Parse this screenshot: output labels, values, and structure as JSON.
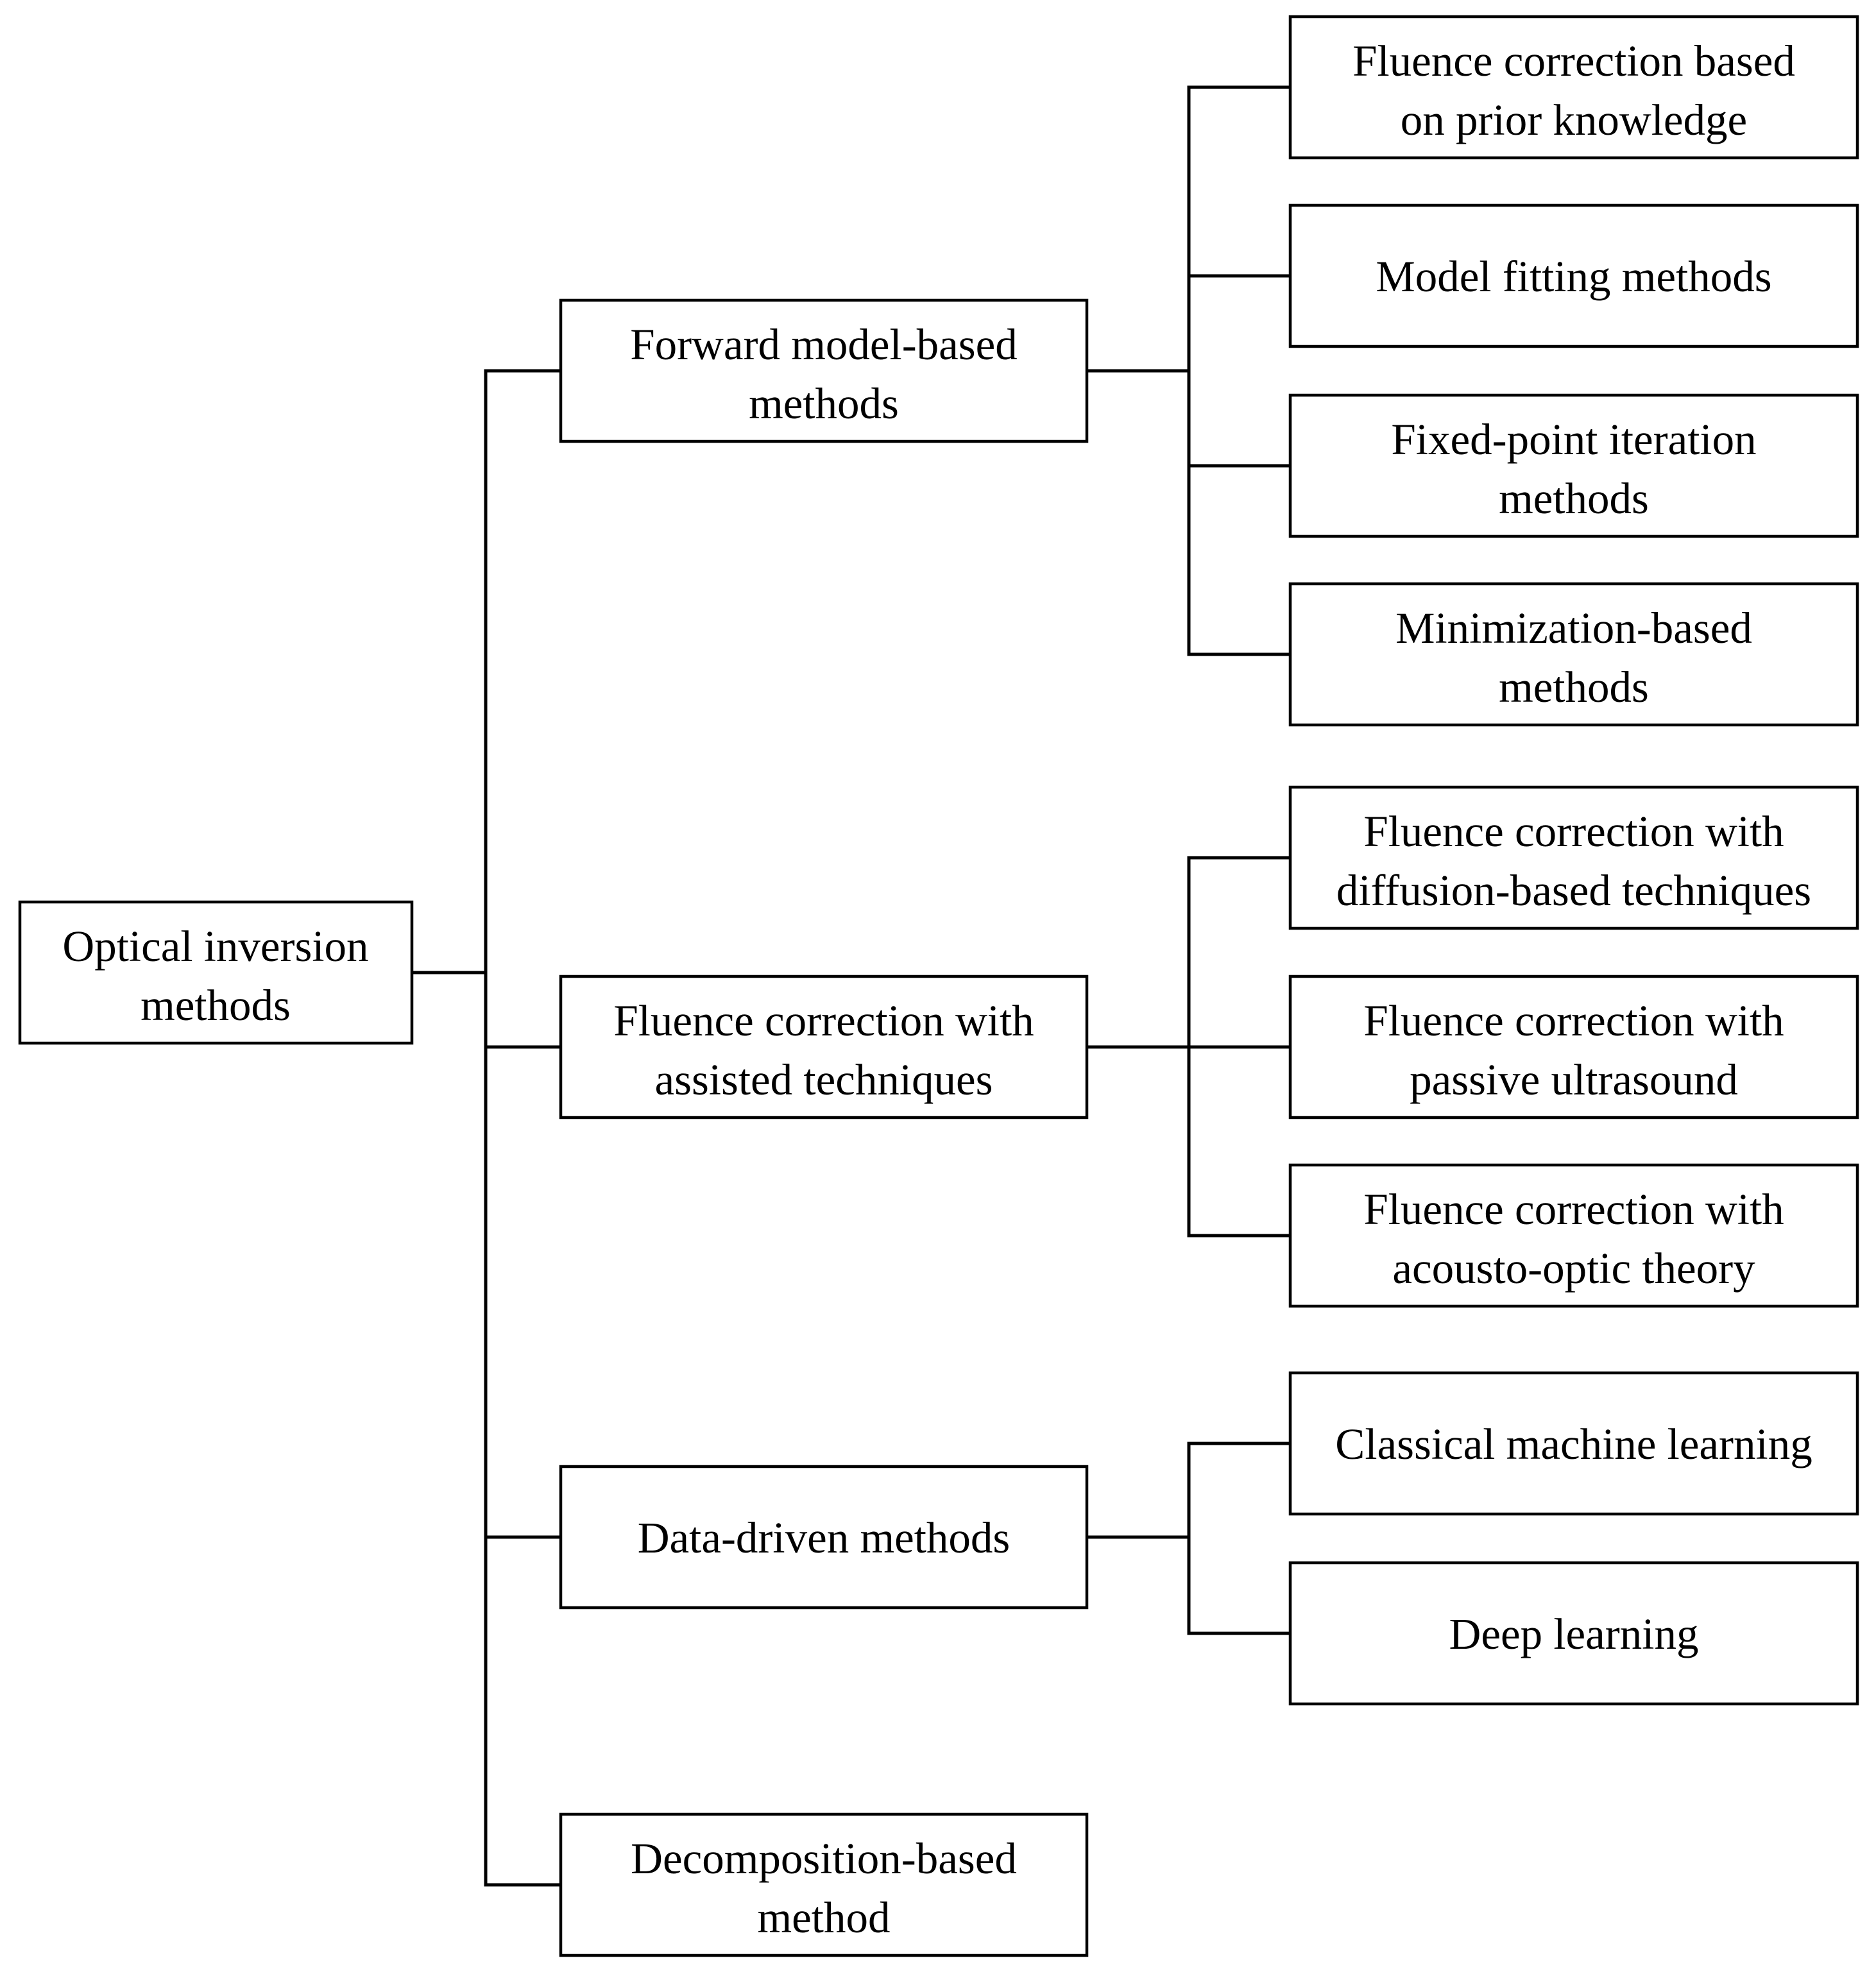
{
  "root": {
    "lines": [
      "Optical inversion",
      "methods"
    ]
  },
  "categories": [
    {
      "key": "forward",
      "lines": [
        "Forward model-based",
        "methods"
      ],
      "children": [
        {
          "key": "prior",
          "lines": [
            "Fluence correction based",
            "on prior knowledge"
          ]
        },
        {
          "key": "fitting",
          "lines": [
            "Model fitting methods"
          ]
        },
        {
          "key": "fixedpoint",
          "lines": [
            "Fixed-point iteration",
            "methods"
          ]
        },
        {
          "key": "minimization",
          "lines": [
            "Minimization-based",
            "methods"
          ]
        }
      ]
    },
    {
      "key": "assisted",
      "lines": [
        "Fluence correction with",
        "assisted techniques"
      ],
      "children": [
        {
          "key": "diffusion",
          "lines": [
            "Fluence correction with",
            "diffusion-based techniques"
          ]
        },
        {
          "key": "ultrasound",
          "lines": [
            "Fluence correction with",
            "passive ultrasound"
          ]
        },
        {
          "key": "acoustooptic",
          "lines": [
            "Fluence correction with",
            "acousto-optic theory"
          ]
        }
      ]
    },
    {
      "key": "datadriven",
      "lines": [
        "Data-driven methods"
      ],
      "children": [
        {
          "key": "classical",
          "lines": [
            "Classical machine learning"
          ]
        },
        {
          "key": "deep",
          "lines": [
            "Deep learning"
          ]
        }
      ]
    },
    {
      "key": "decomposition",
      "lines": [
        "Decomposition-based",
        "method"
      ],
      "children": []
    }
  ]
}
